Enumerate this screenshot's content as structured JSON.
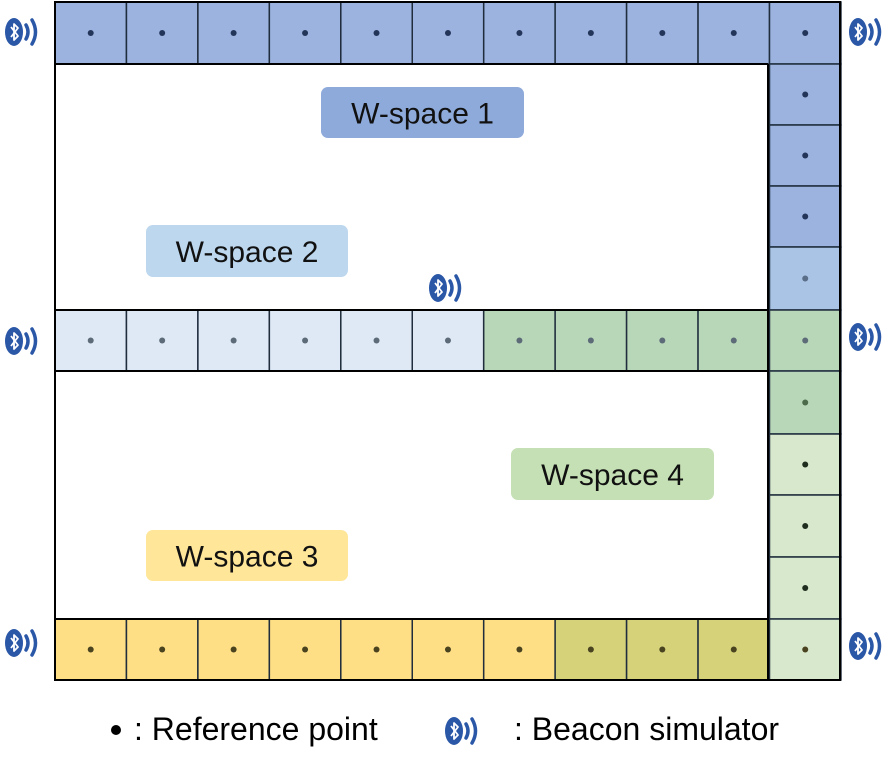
{
  "zones": [
    {
      "label": "W-space 1",
      "color": "#8eaadb"
    },
    {
      "label": "W-space 2",
      "color": "#bdd7ee"
    },
    {
      "label": "W-space 3",
      "color": "#ffe699"
    },
    {
      "label": "W-space 4",
      "color": "#c5e0b4"
    }
  ],
  "cell_colors": {
    "blue_dark": "#9cb3df",
    "blue_light": "#dee9f5",
    "blue_mid": "#aac4e6",
    "green": "#b8d7b8",
    "green_light": "#d8e8cc",
    "yellow": "#ffdf85",
    "olive": "#d5d27a"
  },
  "legend": {
    "reference_point": ": Reference point",
    "beacon_simulator": ": Beacon simulator"
  },
  "icons": {
    "beacon": "bluetooth-beacon-icon",
    "point": "reference-point-dot"
  }
}
